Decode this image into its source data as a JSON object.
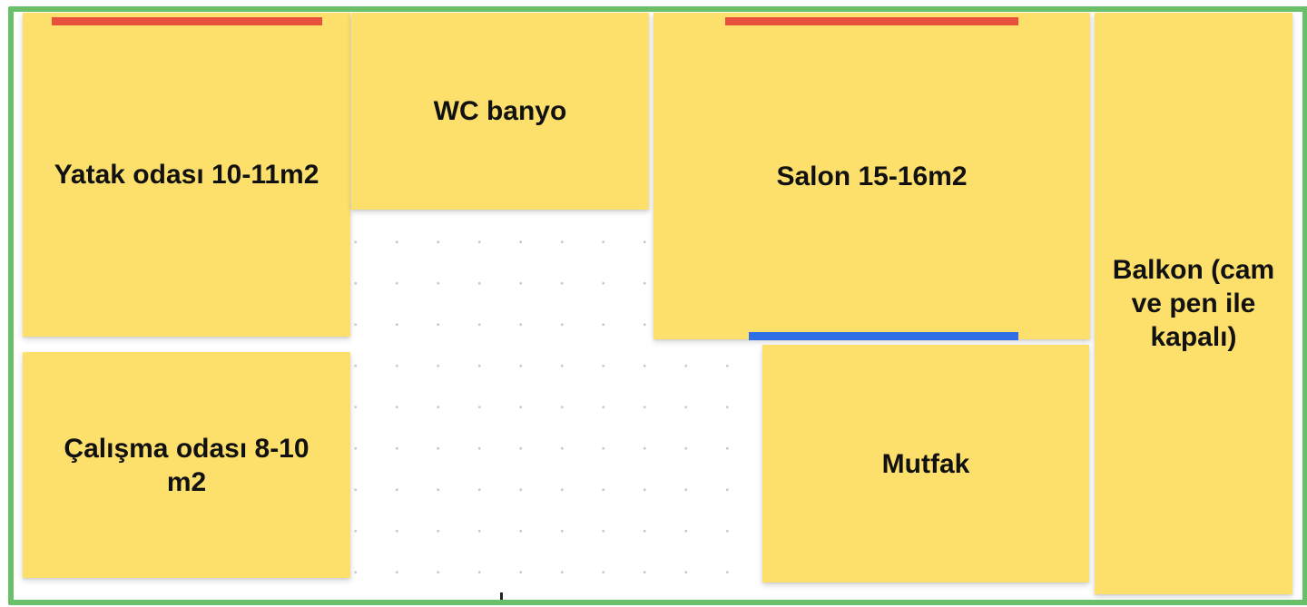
{
  "board": {
    "background_color": "#ffffff",
    "grid_dot_color": "#c9c9c9",
    "frame_color": "#6abf69",
    "note_color": "#fde06c",
    "notes": [
      {
        "id": "bedroom",
        "label": "Yatak odası 10-11m2"
      },
      {
        "id": "wc",
        "label": "WC banyo"
      },
      {
        "id": "living-room",
        "label": "Salon 15-16m2"
      },
      {
        "id": "balcony",
        "label": "Balkon (cam\nve pen ile\nkapalı)"
      },
      {
        "id": "study",
        "label": "Çalışma odası 8-10\nm2"
      },
      {
        "id": "kitchen",
        "label": "Mutfak"
      }
    ],
    "markers": {
      "red_color": "#e6503c",
      "blue_color": "#2f6ee6"
    }
  }
}
